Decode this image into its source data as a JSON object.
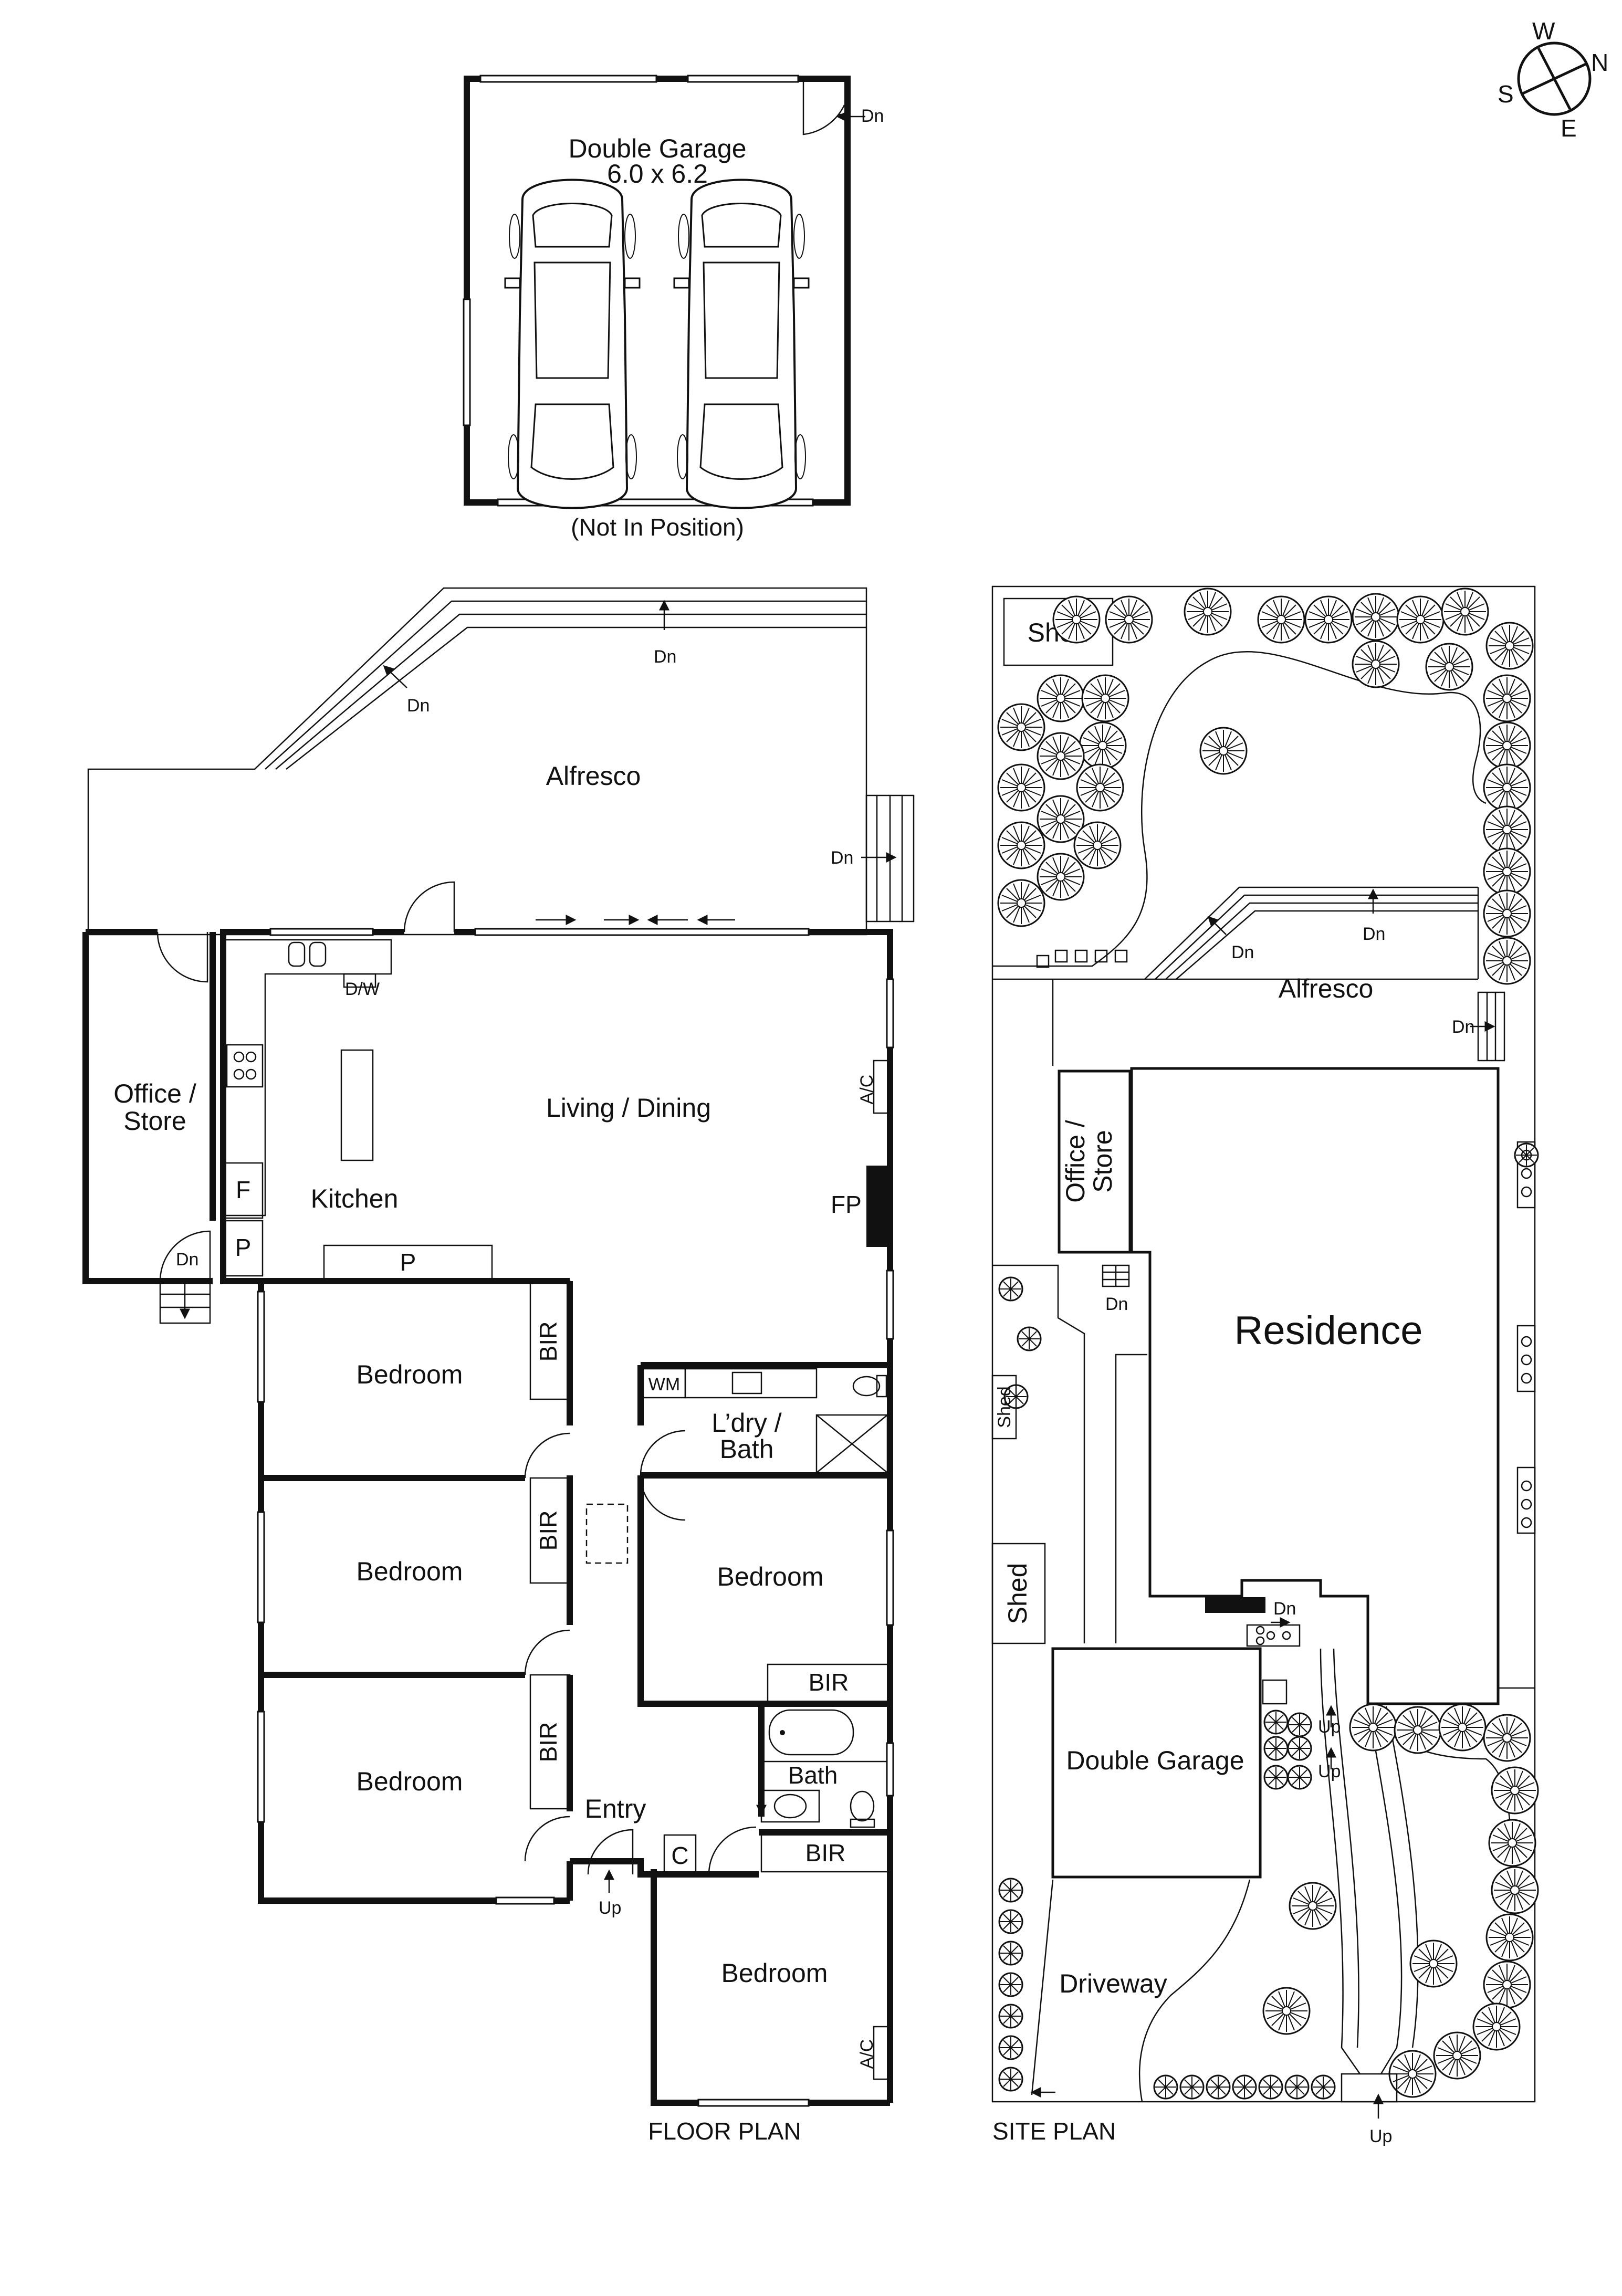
{
  "compass": {
    "n": "N",
    "s": "S",
    "e": "E",
    "w": "W"
  },
  "garage": {
    "title": "Double Garage",
    "size": "6.0 x 6.2",
    "note": "(Not In Position)",
    "dn": "Dn"
  },
  "floor_plan": {
    "caption": "FLOOR PLAN",
    "rooms": {
      "alfresco": "Alfresco",
      "office_line1": "Office /",
      "office_line2": "Store",
      "living": "Living / Dining",
      "kitchen": "Kitchen",
      "bed1": "Bedroom",
      "bed2": "Bedroom",
      "bed3": "Bedroom",
      "bed4": "Bedroom",
      "bed5": "Bedroom",
      "laundry_line1": "L’dry /",
      "laundry_line2": "Bath",
      "bath": "Bath",
      "entry": "Entry"
    },
    "fixtures": {
      "dw": "D/W",
      "ac1": "A/C",
      "ac2": "A/C",
      "fp": "FP",
      "f": "F",
      "p1": "P",
      "p2": "P",
      "bir1": "BIR",
      "bir2": "BIR",
      "bir3": "BIR",
      "bir4": "BIR",
      "bir5": "BIR",
      "wm": "WM",
      "c": "C"
    },
    "stairs": {
      "dn1": "Dn",
      "dn2": "Dn",
      "dn3": "Dn",
      "dn4": "Dn",
      "up": "Up"
    }
  },
  "site_plan": {
    "caption": "SITE PLAN",
    "labels": {
      "shed_top": "Shed",
      "shed_small": "Shed",
      "shed_side": "Shed",
      "alfresco": "Alfresco",
      "office_line1": "Office /",
      "office_line2": "Store",
      "residence": "Residence",
      "garage": "Double Garage",
      "driveway": "Driveway"
    },
    "stairs": {
      "dn1": "Dn",
      "dn2": "Dn",
      "dn3": "Dn",
      "dn4": "Dn",
      "dn5": "Dn",
      "up1": "Up",
      "up2": "Up",
      "up3": "Up"
    }
  }
}
